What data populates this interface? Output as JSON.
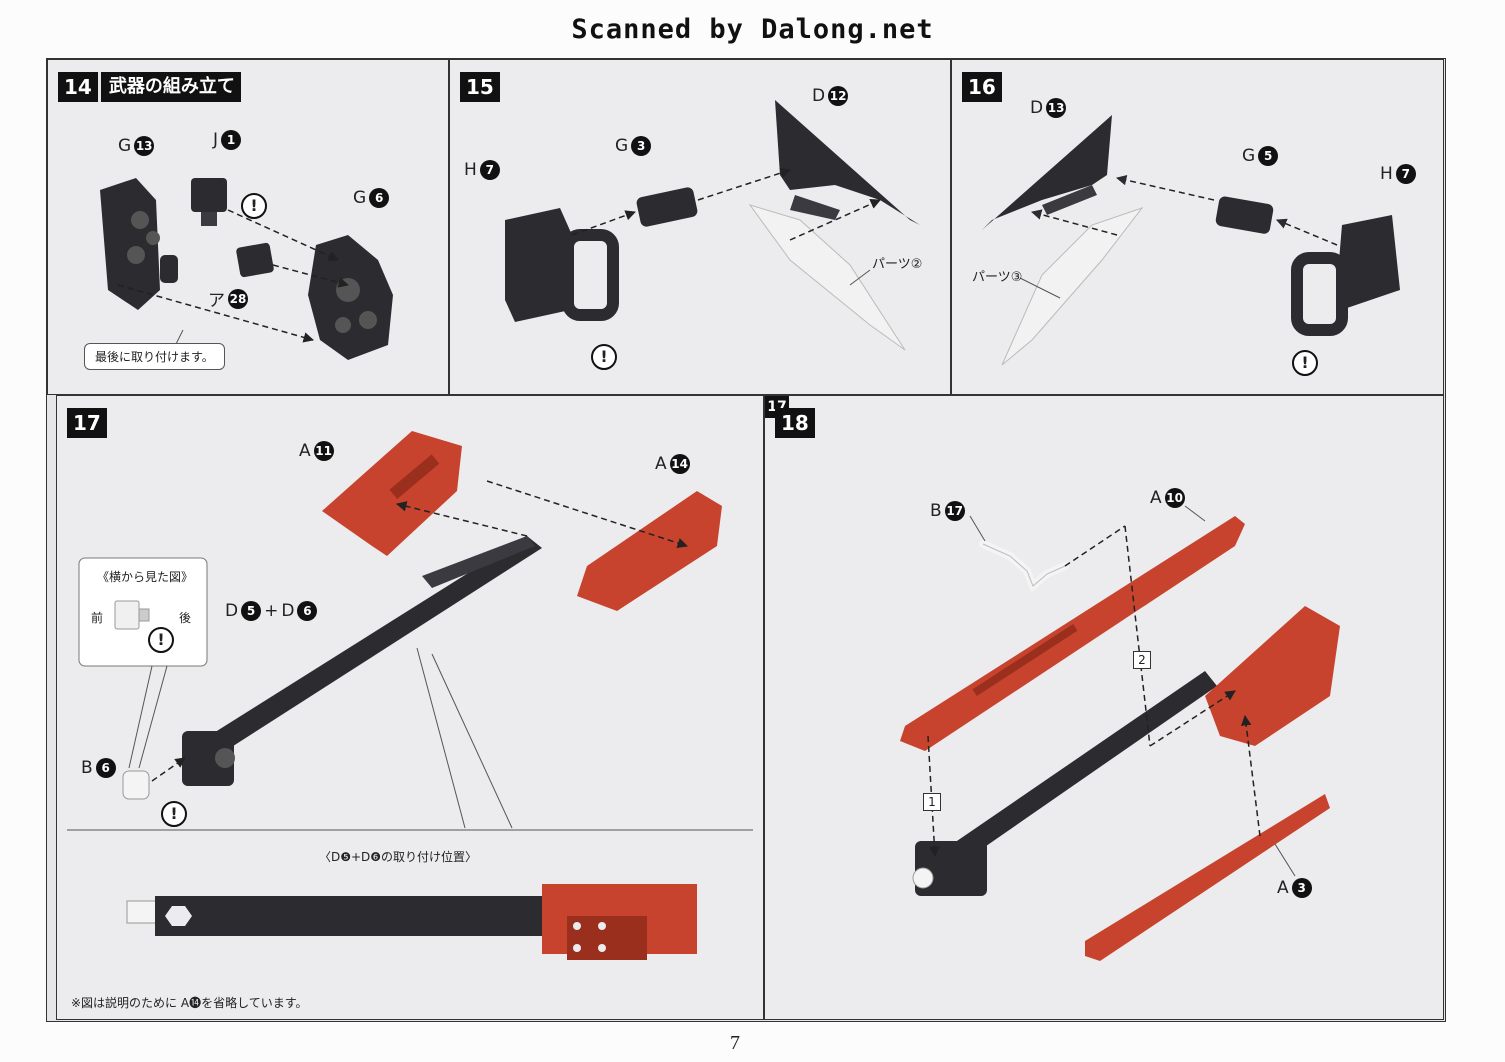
{
  "header": {
    "watermark": "Scanned by Dalong.net"
  },
  "page_number": "7",
  "steps": {
    "s14": {
      "number": "14",
      "title": "武器の組み立て",
      "callout": "最後に取り付けます。"
    },
    "s15": {
      "number": "15",
      "part_label": "パーツ②"
    },
    "s16": {
      "number": "16",
      "part_label": "パーツ③"
    },
    "s17": {
      "number": "17",
      "side_view_title": "《横から見た図》",
      "front": "前",
      "back": "後",
      "position_title": "〈D❺+D❻の取り付け位置〉",
      "footnote": "※図は説明のために A⓮を省略しています。"
    },
    "s18": {
      "number": "18",
      "ref_badge": "17",
      "seq1": "1",
      "seq2": "2"
    }
  },
  "parts": {
    "g13": {
      "letter": "G",
      "num": "13"
    },
    "j1": {
      "letter": "J",
      "num": "1"
    },
    "g6": {
      "letter": "G",
      "num": "6"
    },
    "a28": {
      "letter": "ア",
      "num": "28"
    },
    "h7a": {
      "letter": "H",
      "num": "7"
    },
    "g3": {
      "letter": "G",
      "num": "3"
    },
    "d12": {
      "letter": "D",
      "num": "12"
    },
    "d13": {
      "letter": "D",
      "num": "13"
    },
    "g5": {
      "letter": "G",
      "num": "5"
    },
    "h7b": {
      "letter": "H",
      "num": "7"
    },
    "a11": {
      "letter": "A",
      "num": "11"
    },
    "a14": {
      "letter": "A",
      "num": "14"
    },
    "d5": {
      "letter": "D",
      "num": "5"
    },
    "plus": "+",
    "d6": {
      "letter": "D",
      "num": "6"
    },
    "b6": {
      "letter": "B",
      "num": "6"
    },
    "b17": {
      "letter": "B",
      "num": "17"
    },
    "a10": {
      "letter": "A",
      "num": "10"
    },
    "a3": {
      "letter": "A",
      "num": "3"
    }
  },
  "icons": {
    "warning": "exclamation-icon"
  },
  "colors": {
    "dark_part": "#2b2b30",
    "red_part": "#c8432e",
    "white_part": "#f4f4f4",
    "panel": "#ececee"
  }
}
